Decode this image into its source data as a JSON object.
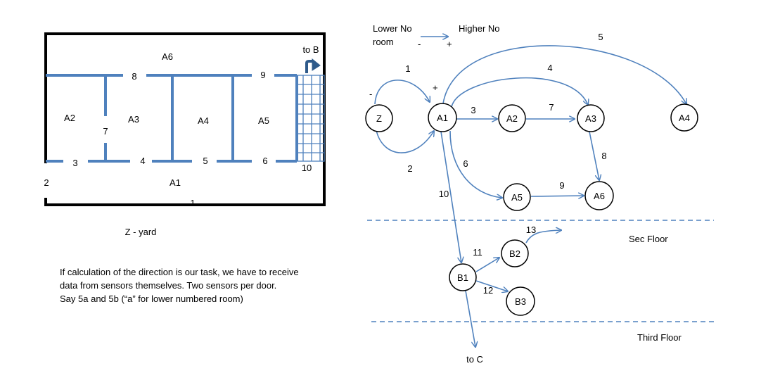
{
  "floorplan": {
    "rooms": [
      "A6",
      "A2",
      "A3",
      "A4",
      "A5",
      "A1"
    ],
    "doors": [
      "8",
      "9",
      "7",
      "3",
      "4",
      "5",
      "6",
      "10",
      "2",
      "1"
    ],
    "to_b": "to B",
    "yard": "Z - yard"
  },
  "note": [
    "If calculation of the direction is our task, we have to receive",
    "data from sensors themselves. Two sensors per door.",
    "Say 5a and 5b (“a” for lower numbered room)"
  ],
  "legend": {
    "lower_line1": "Lower No",
    "lower_line2": "room",
    "higher": "Higher No",
    "minus": "-",
    "plus": "+"
  },
  "graph": {
    "nodes": [
      "Z",
      "A1",
      "A2",
      "A3",
      "A4",
      "A5",
      "A6",
      "B1",
      "B2",
      "B3"
    ],
    "edges": [
      {
        "label": "1",
        "from": "Z",
        "to": "A1"
      },
      {
        "label": "2",
        "from": "Z",
        "to": "A1"
      },
      {
        "label": "3",
        "from": "A1",
        "to": "A2"
      },
      {
        "label": "4",
        "from": "A1",
        "to": "A3"
      },
      {
        "label": "5",
        "from": "A1",
        "to": "A4"
      },
      {
        "label": "6",
        "from": "A1",
        "to": "A5"
      },
      {
        "label": "7",
        "from": "A2",
        "to": "A3"
      },
      {
        "label": "8",
        "from": "A3",
        "to": "A6"
      },
      {
        "label": "9",
        "from": "A5",
        "to": "A6"
      },
      {
        "label": "10",
        "from": "A1",
        "to": "B1"
      },
      {
        "label": "11",
        "from": "B1",
        "to": "B2"
      },
      {
        "label": "12",
        "from": "B1",
        "to": "B3"
      },
      {
        "label": "13",
        "from": "B2",
        "to": ""
      }
    ],
    "edge1_minus": "-",
    "edge1_plus": "+",
    "to_c": "to C"
  },
  "floors": {
    "second": "Sec Floor",
    "third": "Third Floor"
  }
}
